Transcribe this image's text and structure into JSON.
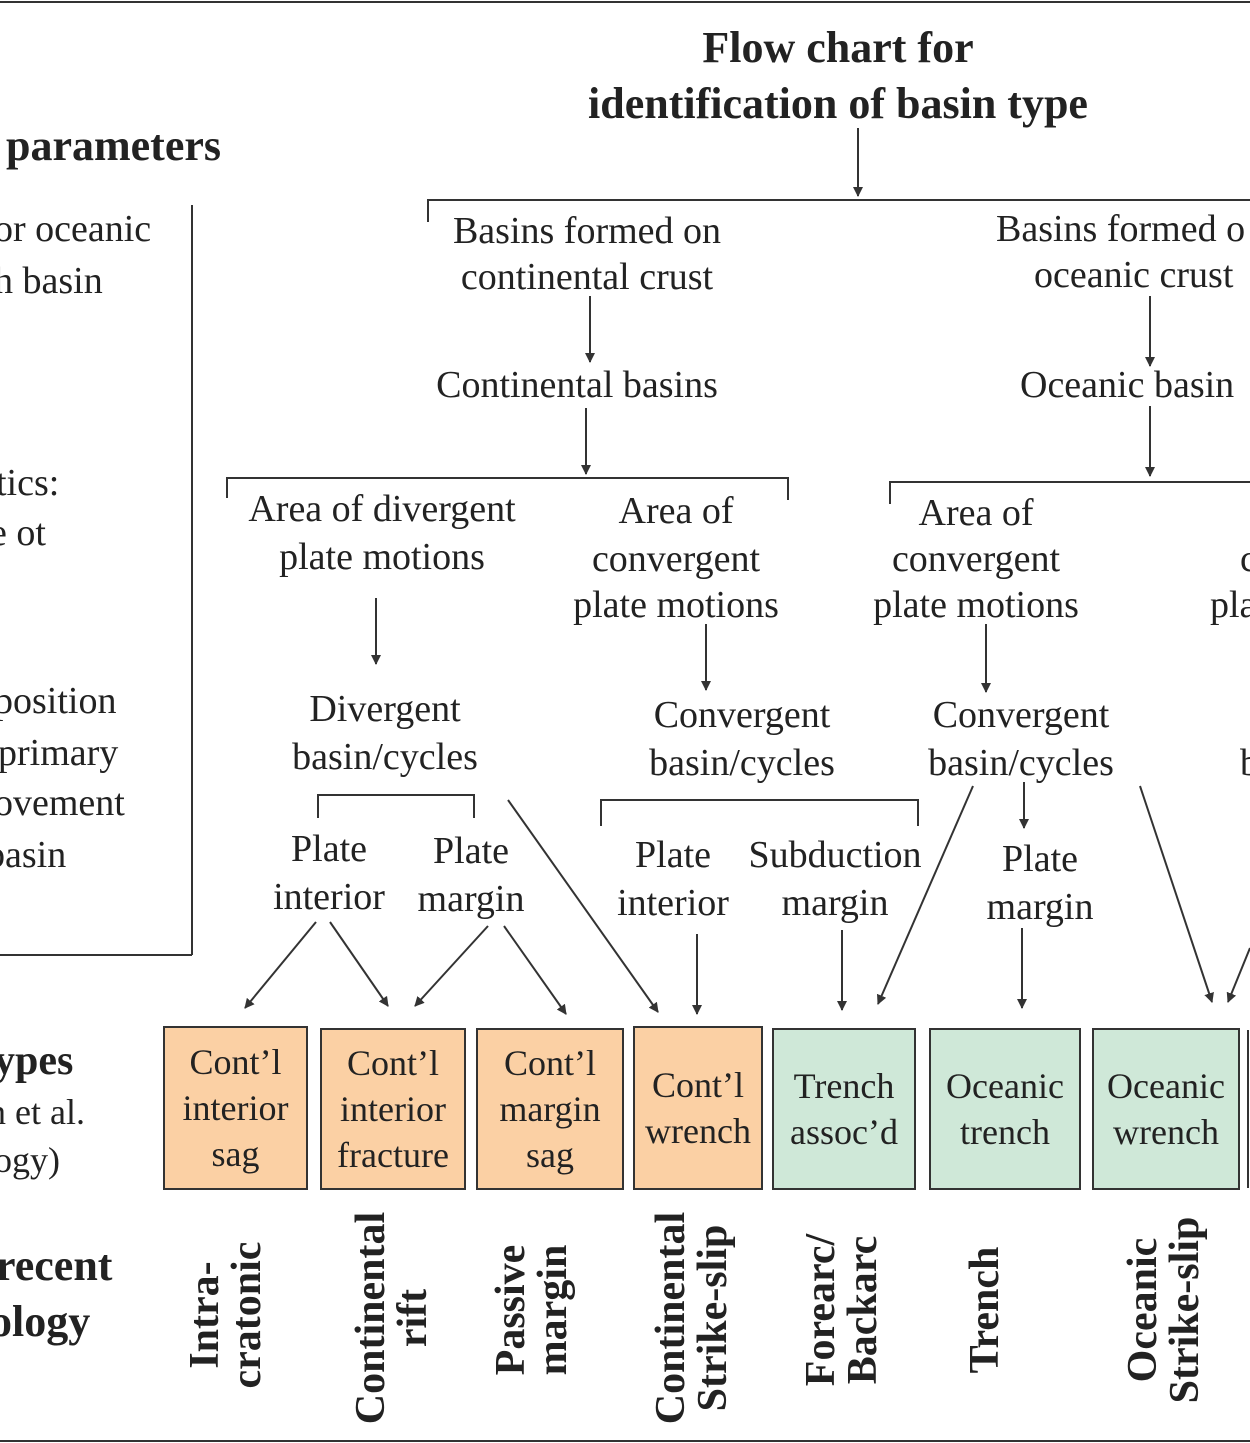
{
  "title": {
    "line1": "Flow chart for",
    "line2": "identification of basin type"
  },
  "left_panel": {
    "heading": "parameters",
    "lines": [
      "or oceanic",
      "h basin",
      "tics:",
      "e ot",
      "position",
      "primary",
      "ovement",
      "basin"
    ],
    "types_label": "ypes",
    "types_sub1": "n et al.",
    "types_sub2": "ogy)",
    "recent_label": "recent",
    "ology_label": "ology"
  },
  "continental": {
    "head1": "Basins formed on",
    "head2": "continental crust",
    "basins": "Continental basins",
    "divergent_area": [
      "Area of divergent",
      "plate motions"
    ],
    "convergent_area": [
      "Area of",
      "convergent",
      "plate motions"
    ],
    "divergent_cycles": [
      "Divergent",
      "basin/cycles"
    ],
    "convergent_cycles": [
      "Convergent",
      "basin/cycles"
    ],
    "plate_interior": [
      "Plate",
      "interior"
    ],
    "plate_margin": [
      "Plate",
      "margin"
    ],
    "conv_plate_interior": [
      "Plate",
      "interior"
    ],
    "subduction_margin": [
      "Subduction",
      "margin"
    ]
  },
  "oceanic": {
    "head1": "Basins formed o",
    "head2": "oceanic crust",
    "basins": "Oceanic basin",
    "convergent_area": [
      "Area of",
      "convergent",
      "plate motions"
    ],
    "convergent_cycles": [
      "Convergent",
      "basin/cycles"
    ],
    "plate_margin": [
      "Plate",
      "margin"
    ],
    "cut_area": [
      "c",
      "pla"
    ],
    "cut_cycles": "b"
  },
  "basin_types": [
    {
      "label": "Cont’l\ninterior\nsag",
      "color": "#fbd0a4"
    },
    {
      "label": "Cont’l\ninterior\nfracture",
      "color": "#fbd0a4"
    },
    {
      "label": "Cont’l\nmargin\nsag",
      "color": "#fbd0a4"
    },
    {
      "label": "Cont’l\nwrench",
      "color": "#fbd0a4"
    },
    {
      "label": "Trench\nassoc’d",
      "color": "#cfe8d8"
    },
    {
      "label": "Oceanic\ntrench",
      "color": "#cfe8d8"
    },
    {
      "label": "Oceanic\nwrench",
      "color": "#cfe8d8"
    }
  ],
  "terminology": [
    {
      "line1": "Intra-",
      "line2": "cratonic"
    },
    {
      "line1": "Continental",
      "line2": "rift"
    },
    {
      "line1": "Passive",
      "line2": "margin"
    },
    {
      "line1": "Continental",
      "line2": "Strike-slip"
    },
    {
      "line1": "Forearc/",
      "line2": "Backarc"
    },
    {
      "line1": "Trench",
      "line2": ""
    },
    {
      "line1": "Oceanic",
      "line2": "Strike-slip"
    }
  ]
}
